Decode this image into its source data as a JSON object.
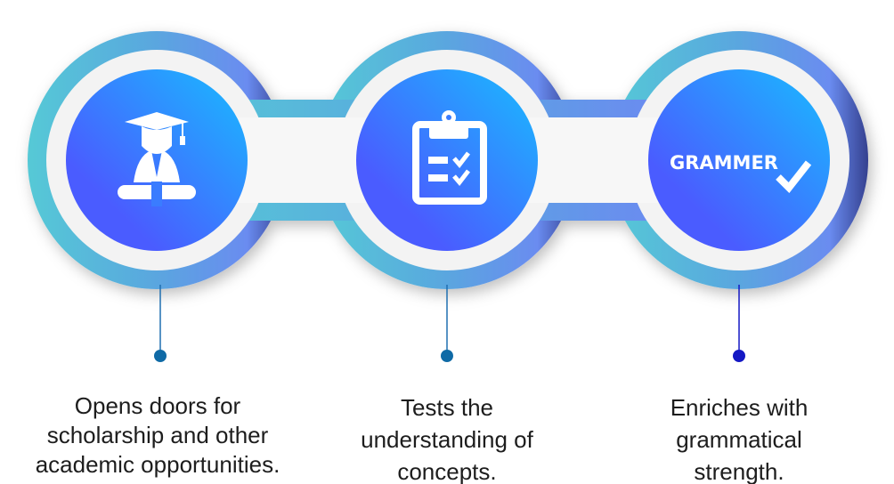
{
  "colors": {
    "outer_start": "#56c9d6",
    "outer_mid": "#5aa6df",
    "outer_end": "#3a4aa8",
    "inner_start": "#1ab6ff",
    "inner_end": "#4a5bff",
    "dot1": "#0f6aa6",
    "dot2": "#0f6aa6",
    "dot3": "#1418c4"
  },
  "steps": [
    {
      "icon": "graduate-icon",
      "caption_lines": [
        "Opens doors for",
        "scholarship and other",
        "academic opportunities."
      ]
    },
    {
      "icon": "checklist-icon",
      "caption_lines": [
        "Tests the",
        "understanding of",
        "concepts."
      ]
    },
    {
      "icon": "grammar-check-icon",
      "icon_text": "GRAMMER",
      "caption_lines": [
        "Enriches with",
        "grammatical",
        "strength."
      ]
    }
  ]
}
